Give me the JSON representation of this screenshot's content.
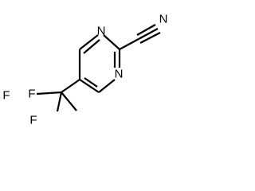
{
  "molecule": {
    "atoms": {
      "ring_n_top": "N",
      "ring_n_bottom": "N",
      "nitrile_n": "N",
      "fluorine_top": "F",
      "fluorine_left": "F",
      "fluorine_bottom": "F"
    },
    "colors": {
      "bond": "#000000",
      "label": "#000000",
      "background": "#ffffff"
    }
  }
}
